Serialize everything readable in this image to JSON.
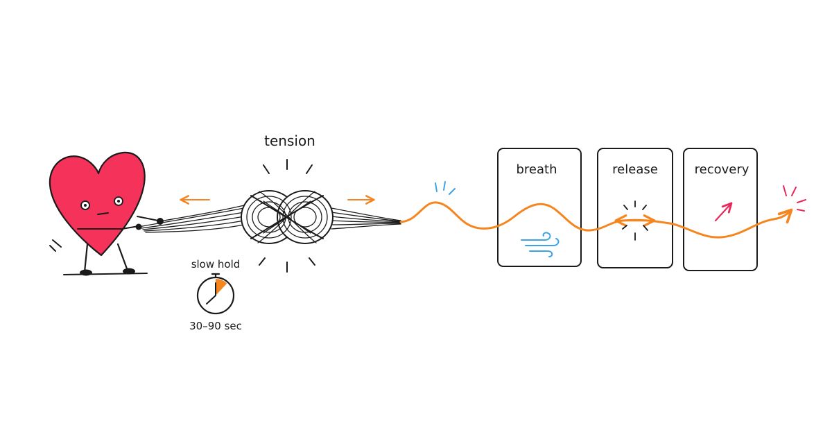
{
  "labels": {
    "tension": "tension",
    "slow_hold": "slow hold",
    "duration": "30–90 sec"
  },
  "stages": [
    {
      "label": "breath"
    },
    {
      "label": "release"
    },
    {
      "label": "recovery"
    }
  ],
  "timer": {
    "elapsed_fraction": 0.12
  },
  "colors": {
    "heart": "#f5325a",
    "accent": "#f5861f",
    "breath": "#3ba3e6",
    "recovery": "#e8285a",
    "ink": "#1a1a1a"
  },
  "icons": [
    "heart-character",
    "knot-icon",
    "stopwatch-icon",
    "wind-icon",
    "burst-icon",
    "up-arrow-icon"
  ]
}
